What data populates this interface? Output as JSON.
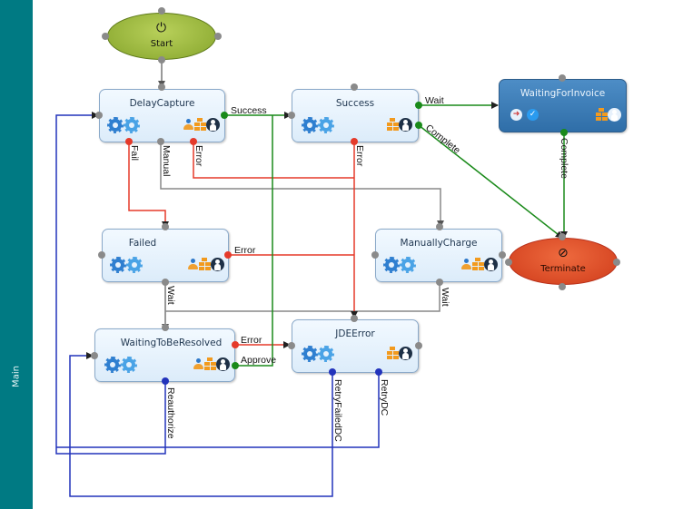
{
  "sidebar": {
    "label": "Main"
  },
  "colors": {
    "start_fill": "#9cb93a",
    "terminate_fill": "#e04a22",
    "node_border": "#8aa9c9",
    "dark_node": "#3a7cb8",
    "sidebar": "#007a83"
  },
  "start": {
    "label": "Start",
    "icon": "power-icon"
  },
  "terminate": {
    "label": "Terminate",
    "icon": "no-entry-icon"
  },
  "nodes": {
    "delay_capture": {
      "title": "DelayCapture"
    },
    "success": {
      "title": "Success"
    },
    "waiting_for_invoice": {
      "title": "WaitingForInvoice"
    },
    "failed": {
      "title": "Failed"
    },
    "manually_charge": {
      "title": "ManuallyCharge"
    },
    "waiting_to_be_resolved": {
      "title": "WaitingToBeResolved"
    },
    "jde_error": {
      "title": "JDEError"
    }
  },
  "edges": {
    "dc_success": "Success",
    "dc_fail": "Fail",
    "dc_manual": "Manual",
    "dc_error": "Error",
    "success_wait": "Wait",
    "success_complete": "Complete",
    "success_error": "Error",
    "wfi_complete": "Complete",
    "failed_error": "Error",
    "failed_wait": "Wait",
    "mc_wait": "Wait",
    "wtbr_error": "Error",
    "wtbr_approve": "Approve",
    "wtbr_reauthorize": "Reauthorize",
    "jde_retry_failed_dc": "RetryFailedDC",
    "jde_retry_dc": "RetryDC"
  }
}
